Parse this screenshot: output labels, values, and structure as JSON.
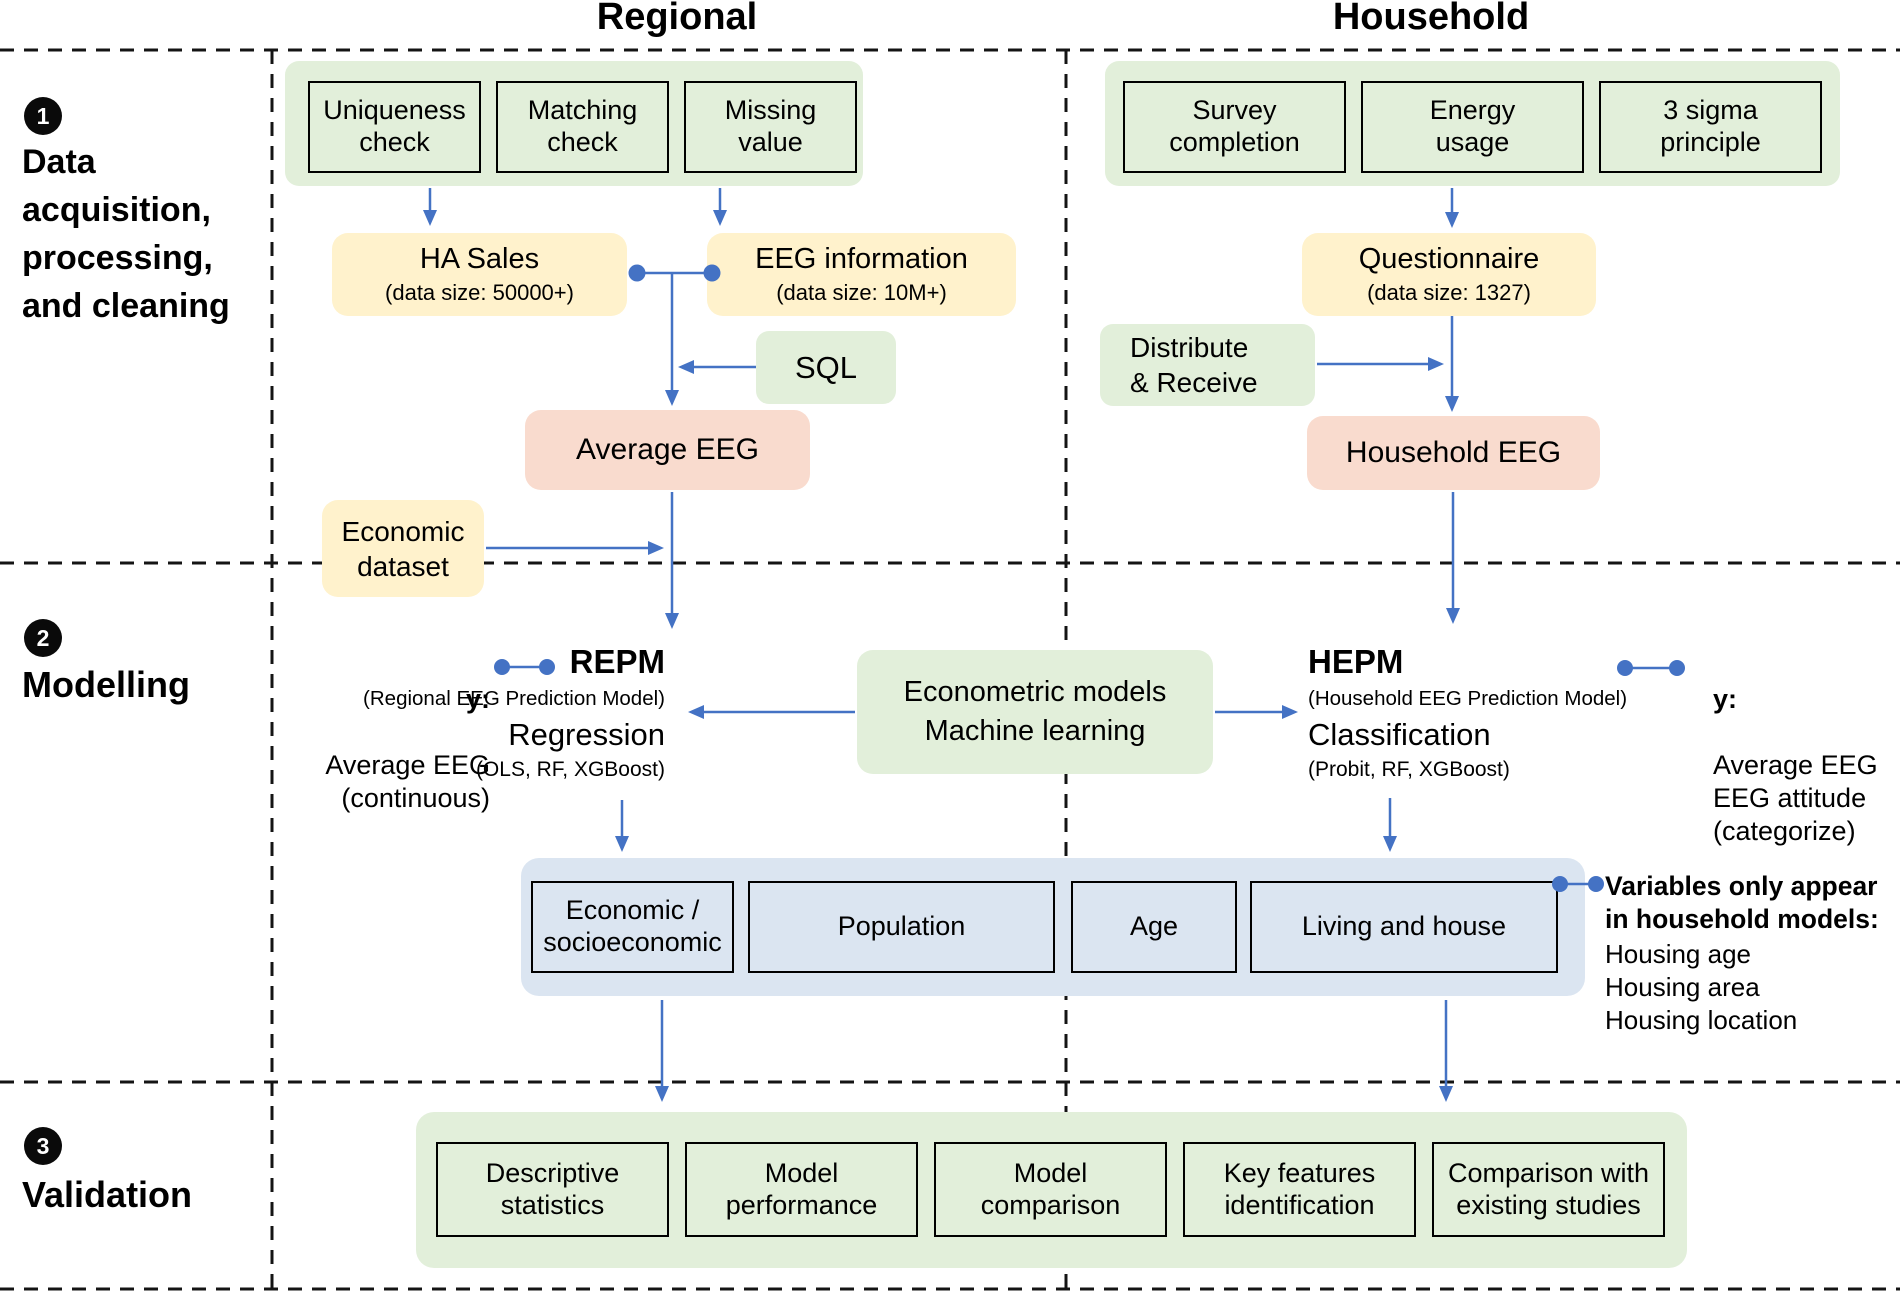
{
  "titles": {
    "regional": "Regional",
    "household": "Household"
  },
  "sections": {
    "one": {
      "number": "1",
      "label": "Data\nacquisition,\nprocessing,\nand cleaning"
    },
    "two": {
      "number": "2",
      "label": "Modelling"
    },
    "three": {
      "number": "3",
      "label": "Validation"
    }
  },
  "regional": {
    "checks": [
      "Uniqueness\ncheck",
      "Matching\ncheck",
      "Missing\nvalue"
    ],
    "ha_sales": {
      "title": "HA Sales",
      "subtitle": "(data size: 50000+)"
    },
    "eeg_information": {
      "title": "EEG information",
      "subtitle": "(data size: 10M+)"
    },
    "sql_label": "SQL",
    "average_eeg_label": "Average EEG",
    "economic_dataset_label": "Economic\ndataset",
    "model": {
      "name": "REPM",
      "full_name": "(Regional EEG Prediction Model)",
      "method": "Regression",
      "algorithms": "(OLS, RF, XGBoost)"
    },
    "target": {
      "label": "y:",
      "lines": "Average EEG\n(continuous)"
    }
  },
  "household": {
    "checks": [
      "Survey\ncompletion",
      "Energy\nusage",
      "3 sigma\nprinciple"
    ],
    "questionnaire": {
      "title": "Questionnaire",
      "subtitle": "(data size: 1327)"
    },
    "distribute_label": "Distribute\n& Receive",
    "household_eeg_label": "Household EEG",
    "model": {
      "name": "HEPM",
      "full_name": "(Household EEG Prediction Model)",
      "method": "Classification",
      "algorithms": "(Probit, RF, XGBoost)"
    },
    "target": {
      "label": "y:",
      "lines": "Average EEG\nEEG attitude\n(categorize)"
    }
  },
  "shared": {
    "econometric_label": "Econometric models\nMachine learning"
  },
  "variables": {
    "items": [
      "Economic /\nsocioeconomic",
      "Population",
      "Age",
      "Living and house"
    ],
    "note_heading": "Variables only appear\nin household models:",
    "note_items": "Housing age\nHousing area\nHousing location"
  },
  "validation": {
    "items": [
      "Descriptive\nstatistics",
      "Model\nperformance",
      "Model\ncomparison",
      "Key features\nidentification",
      "Comparison with\nexisting studies"
    ]
  },
  "colors": {
    "arrow_blue": "#4472C4",
    "green_fill": "#E2EFDA",
    "yellow_fill": "#FFF2CC",
    "pink_fill": "#F9DBCE",
    "blue_fill": "#DBE5F1",
    "dash_black": "#141414"
  }
}
